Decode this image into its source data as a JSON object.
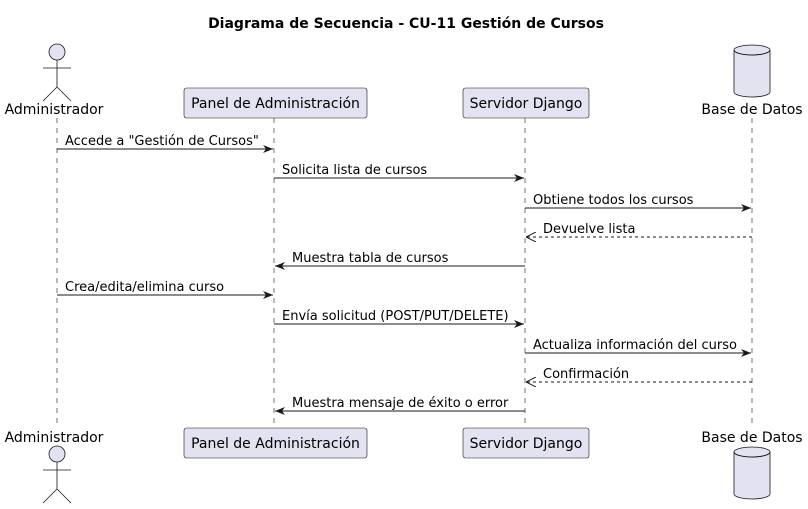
{
  "title": "Diagrama de Secuencia - CU-11 Gestión de Cursos",
  "participants": [
    {
      "id": "admin",
      "label": "Administrador",
      "kind": "actor"
    },
    {
      "id": "panel",
      "label": "Panel de Administración",
      "kind": "participant"
    },
    {
      "id": "server",
      "label": "Servidor Django",
      "kind": "participant"
    },
    {
      "id": "db",
      "label": "Base de Datos",
      "kind": "database"
    }
  ],
  "messages": [
    {
      "from": "admin",
      "to": "panel",
      "text": "Accede a \"Gestión de Cursos\"",
      "style": "solid"
    },
    {
      "from": "panel",
      "to": "server",
      "text": "Solicita lista de cursos",
      "style": "solid"
    },
    {
      "from": "server",
      "to": "db",
      "text": "Obtiene todos los cursos",
      "style": "solid"
    },
    {
      "from": "db",
      "to": "server",
      "text": "Devuelve lista",
      "style": "dashed"
    },
    {
      "from": "server",
      "to": "panel",
      "text": "Muestra tabla de cursos",
      "style": "solid"
    },
    {
      "from": "admin",
      "to": "panel",
      "text": "Crea/edita/elimina curso",
      "style": "solid"
    },
    {
      "from": "panel",
      "to": "server",
      "text": "Envía solicitud (POST/PUT/DELETE)",
      "style": "solid"
    },
    {
      "from": "server",
      "to": "db",
      "text": "Actualiza información del curso",
      "style": "solid"
    },
    {
      "from": "db",
      "to": "server",
      "text": "Confirmación",
      "style": "dashed"
    },
    {
      "from": "server",
      "to": "panel",
      "text": "Muestra mensaje de éxito o error",
      "style": "solid"
    }
  ],
  "colors": {
    "participant_fill": "#E2E2F0",
    "line": "#181818"
  }
}
